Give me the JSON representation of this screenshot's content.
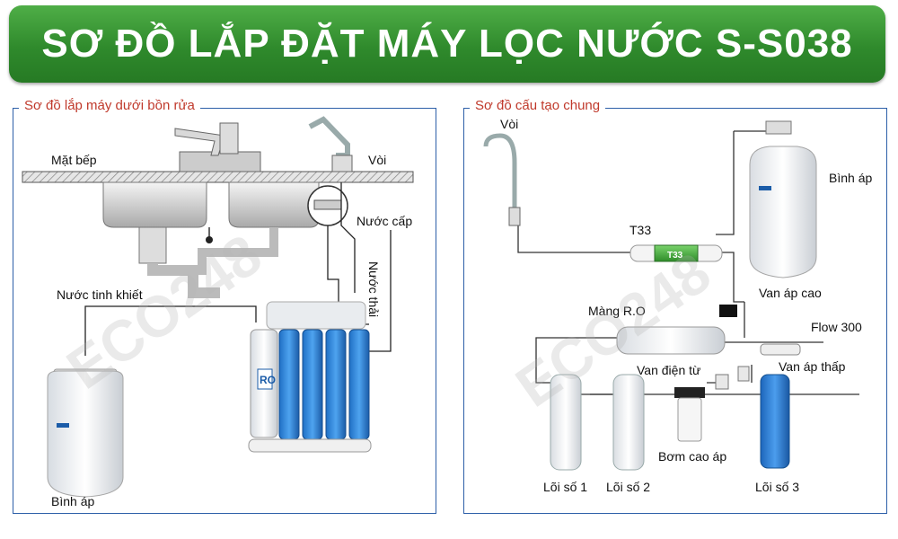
{
  "banner": {
    "title": "SƠ ĐỒ LẮP ĐẶT MÁY LỌC NƯỚC S-S038",
    "color": "#2f8a2c"
  },
  "left_panel": {
    "title": "Sơ đồ lắp máy dưới bồn rửa",
    "labels": {
      "mat_bep": "Mặt bếp",
      "voi": "Vòi",
      "nuoc_cap": "Nước cấp",
      "nuoc_thai": "Nước thải",
      "nuoc_tinh_khiet": "Nước tinh khiết",
      "binh_ap": "Bình áp"
    }
  },
  "right_panel": {
    "title": "Sơ đồ cấu tạo chung",
    "labels": {
      "voi": "Vòi",
      "binh_ap": "Bình áp",
      "t33": "T33",
      "t33_cartridge": "T33",
      "van_ap_cao": "Van áp cao",
      "mang_ro": "Màng R.O",
      "flow_300": "Flow 300",
      "van_dien_tu": "Van điện từ",
      "van_ap_thap": "Van áp thấp",
      "bom_cao_ap": "Bơm cao áp",
      "loi_so_1": "Lõi số 1",
      "loi_so_2": "Lõi số 2",
      "loi_so_3": "Lõi số 3"
    }
  },
  "filter_tag": "RO",
  "watermark": "ECO248"
}
